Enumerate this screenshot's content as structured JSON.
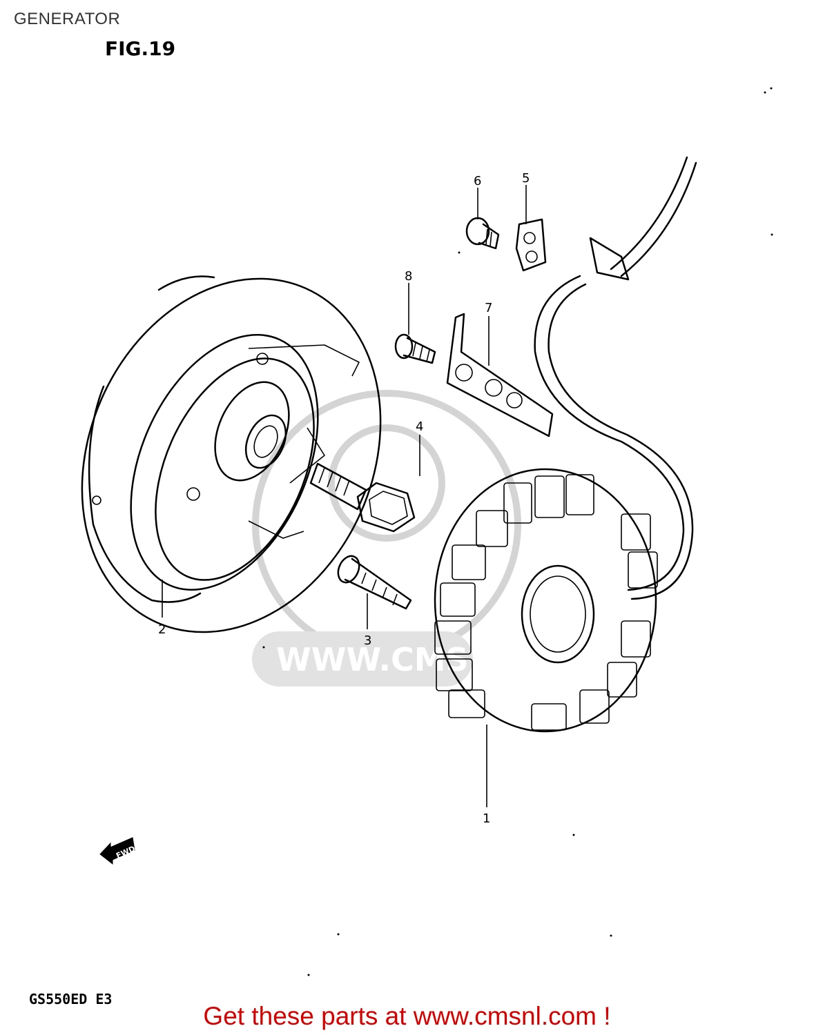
{
  "header": {
    "title": "GENERATOR"
  },
  "figure": {
    "label": "FIG.19"
  },
  "callouts": [
    "1",
    "2",
    "3",
    "4",
    "5",
    "6",
    "7",
    "8"
  ],
  "footer": {
    "model": "GS550ED E3",
    "cta": "Get these parts at www.cmsnl.com !",
    "watermark": "WWW.CMS",
    "fwd_label": "FWD"
  }
}
